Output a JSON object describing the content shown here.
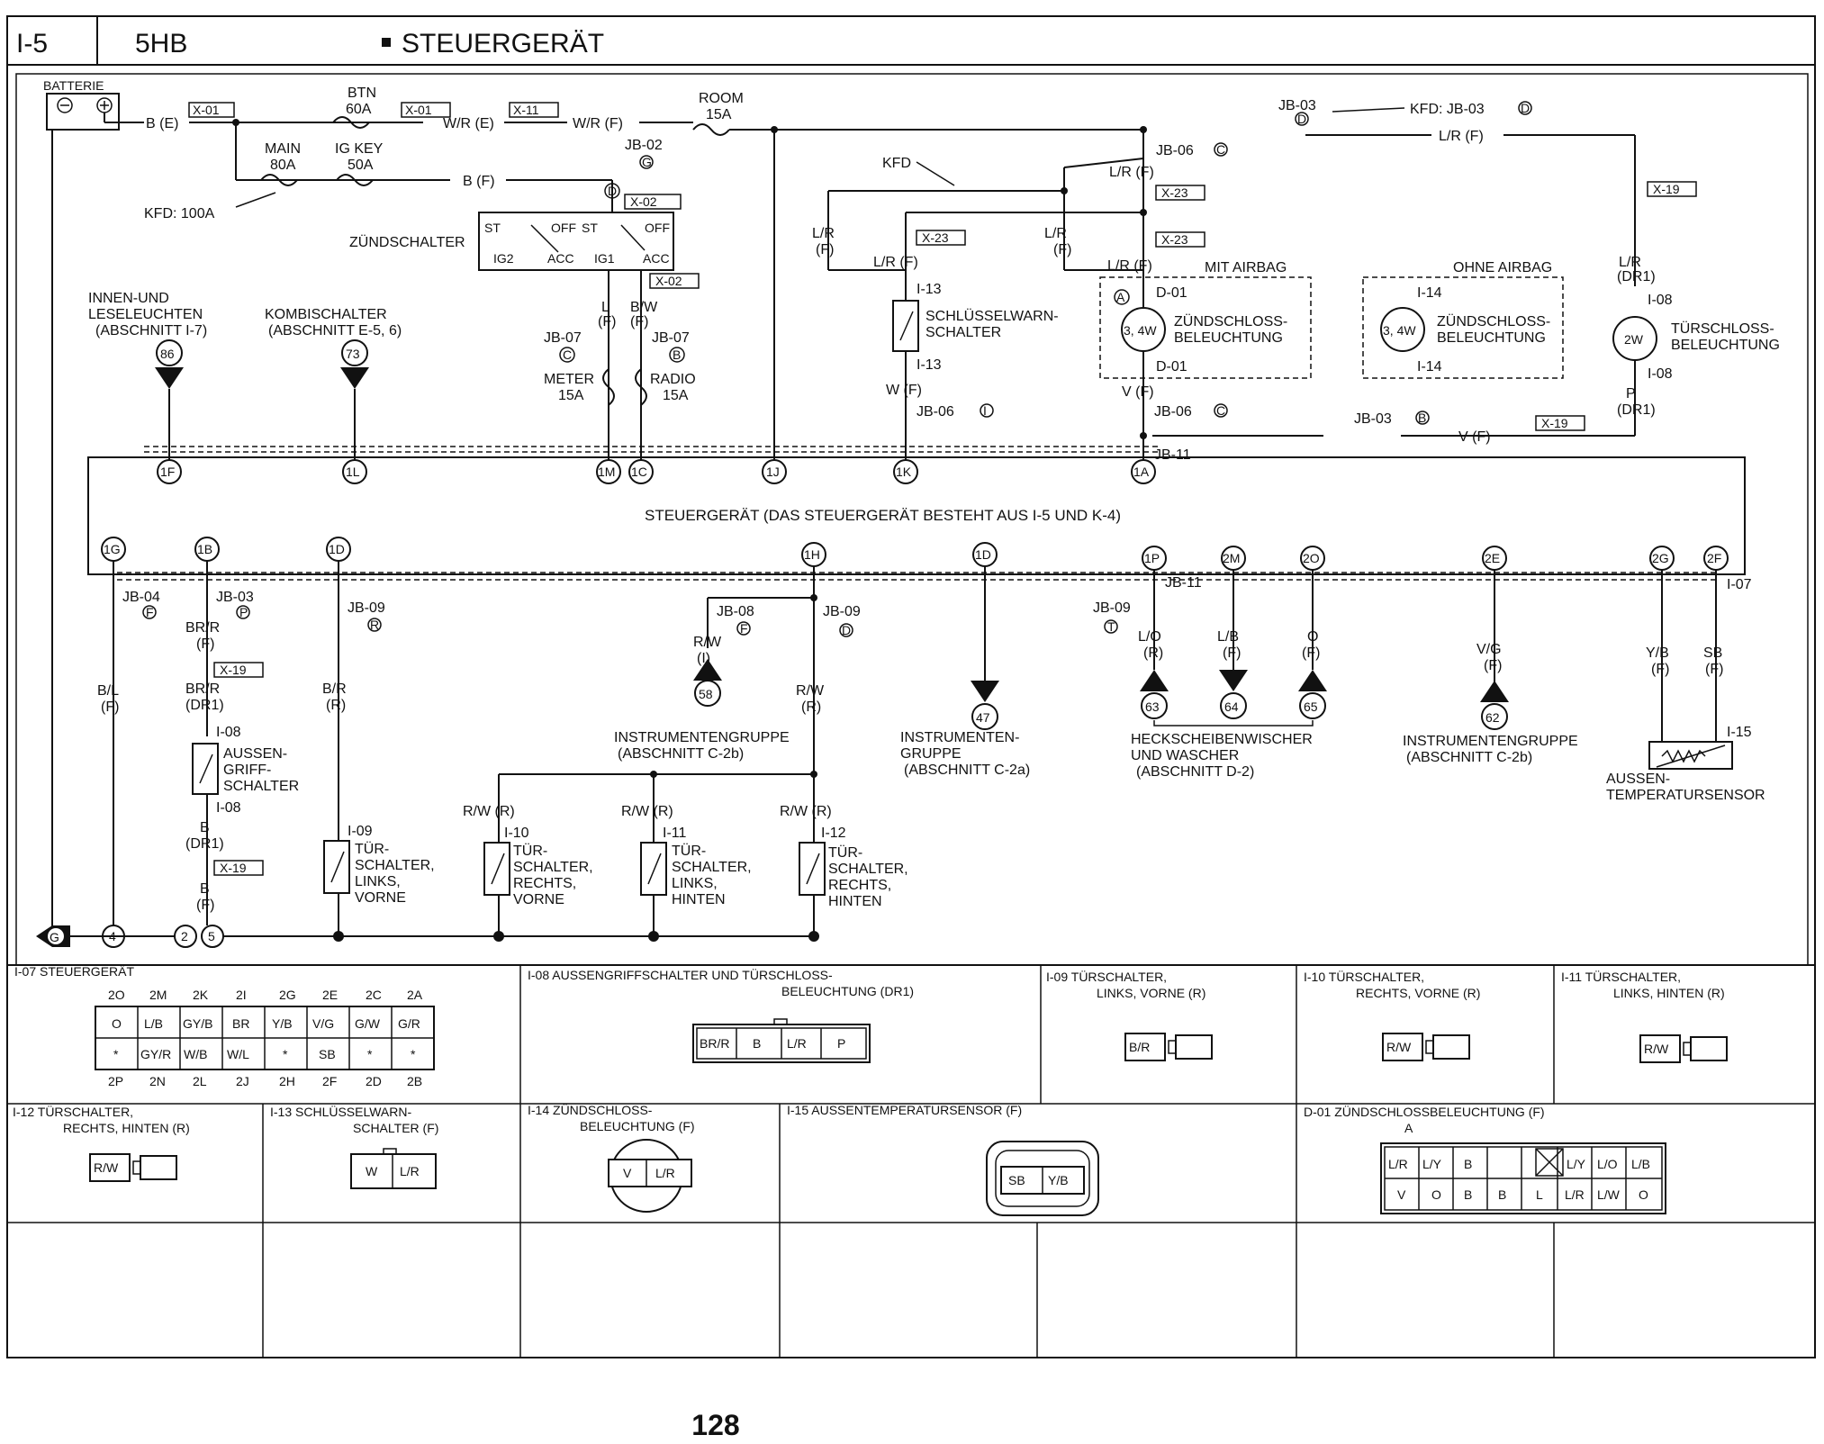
{
  "header": {
    "code": "I-5",
    "model": "5HB",
    "title": "STEUERGERÄT"
  },
  "power": {
    "battery": "BATTERIE",
    "fuses": [
      {
        "name": "BTN",
        "rating": "60A"
      },
      {
        "name": "MAIN",
        "rating": "80A"
      },
      {
        "name": "IG KEY",
        "rating": "50A"
      },
      {
        "name": "ROOM",
        "rating": "15A"
      },
      {
        "name": "METER",
        "rating": "15A"
      },
      {
        "name": "RADIO",
        "rating": "15A"
      }
    ],
    "kfd_100a": "KFD: 100A",
    "kfd_jb03": "KFD: JB-03",
    "kfd": "KFD",
    "ignition_switch": "ZÜNDSCHALTER",
    "switch_pins": [
      "ST",
      "OFF",
      "ST",
      "OFF",
      "IG2",
      "ACC",
      "IG1",
      "ACC"
    ]
  },
  "wires": {
    "b_e": "B (E)",
    "w_r_e": "W/R (E)",
    "w_r_f": "W/R (F)",
    "b_f": "B (F)",
    "l_r_f": "L/R (F)",
    "l_r": "L/R",
    "f": "(F)",
    "l": "L",
    "b_w": "B/W",
    "w_f": "W (F)",
    "v_f": "V (F)",
    "dr1": "(DR1)",
    "p": "P",
    "br_r": "BR/R",
    "b_l": "B/L",
    "b_r": "B/R",
    "r": "(R)",
    "b": "B",
    "r_w": "R/W",
    "i": "(I)",
    "r_w_r": "R/W (R)",
    "l_o": "L/O",
    "l_b": "L/B",
    "o": "O",
    "v_g": "V/G",
    "y_b": "Y/B",
    "sb": "SB"
  },
  "connectors": {
    "x01": "X-01",
    "x11": "X-11",
    "x02": "X-02",
    "x23": "X-23",
    "x19": "X-19",
    "jb02": "JB-02",
    "jb03": "JB-03",
    "jb04": "JB-04",
    "jb06": "JB-06",
    "jb07": "JB-07",
    "jb08": "JB-08",
    "jb09": "JB-09",
    "jb11": "JB-11",
    "i07": "I-07",
    "i08": "I-08",
    "i09": "I-09",
    "i10": "I-10",
    "i11": "I-11",
    "i12": "I-12",
    "i13": "I-13",
    "i14": "I-14",
    "i15": "I-15",
    "d01": "D-01"
  },
  "jb_codes": {
    "c": "C",
    "d": "D",
    "g": "G",
    "f": "F",
    "p": "P",
    "r": "R",
    "i": "I",
    "t": "T",
    "b": "B",
    "a": "A"
  },
  "components": {
    "innen": [
      "INNEN-UND",
      "LESELEUCHTEN",
      "(ABSCHNITT I-7)"
    ],
    "kombi": [
      "KOMBISCHALTER",
      "(ABSCHNITT E-5, 6)"
    ],
    "schluessel": [
      "SCHLÜSSELWARN-",
      "SCHALTER"
    ],
    "mit_airbag": "MIT AIRBAG",
    "ohne_airbag": "OHNE AIRBAG",
    "zuend_bel": [
      "ZÜNDSCHLOSS-",
      "BELEUCHTUNG"
    ],
    "bulb_34w": "3, 4W",
    "bulb_2w": "2W",
    "tuerschloss_bel": [
      "TÜRSCHLOSS-",
      "BELEUCHTUNG"
    ],
    "steuergeraet": "STEUERGERÄT (DAS STEUERGERÄT BESTEHT AUS I-5 UND K-4)",
    "aussengriff": [
      "AUSSEN-",
      "GRIFF-",
      "SCHALTER"
    ],
    "tuer_lv": [
      "TÜR-",
      "SCHALTER,",
      "LINKS,",
      "VORNE"
    ],
    "tuer_rv": [
      "TÜR-",
      "SCHALTER,",
      "RECHTS,",
      "VORNE"
    ],
    "tuer_lh": [
      "TÜR-",
      "SCHALTER,",
      "LINKS,",
      "HINTEN"
    ],
    "tuer_rh": [
      "TÜR-",
      "SCHALTER,",
      "RECHTS,",
      "HINTEN"
    ],
    "instr_2b": [
      "INSTRUMENTENGRUPPE",
      "(ABSCHNITT C-2b)"
    ],
    "instr_2a": [
      "INSTRUMENTEN-",
      "GRUPPE",
      "(ABSCHNITT C-2a)"
    ],
    "heck": [
      "HECKSCHEIBENWISCHER",
      "UND WASCHER",
      "(ABSCHNITT D-2)"
    ],
    "aussentemp": [
      "AUSSEN-",
      "TEMPERATURSENSOR"
    ],
    "ground": "G"
  },
  "pins_top": [
    "1F",
    "1L",
    "1M",
    "1C",
    "1J",
    "1K",
    "1A"
  ],
  "pins_bottom": [
    "1G",
    "1B",
    "1D",
    "1H",
    "1D",
    "1P",
    "2M",
    "2O",
    "2E",
    "2G",
    "2F"
  ],
  "refs": [
    "86",
    "73",
    "58",
    "47",
    "63",
    "64",
    "65",
    "62"
  ],
  "ground_nodes": [
    "4",
    "2",
    "5"
  ],
  "connector_views": {
    "i07": {
      "title": "I-07 STEUERGERÄT",
      "top_pins": [
        "2O",
        "2M",
        "2K",
        "2I",
        "2G",
        "2E",
        "2C",
        "2A"
      ],
      "row1": [
        "O",
        "L/B",
        "GY/B",
        "BR",
        "Y/B",
        "V/G",
        "G/W",
        "G/R"
      ],
      "row2": [
        "*",
        "GY/R",
        "W/B",
        "W/L",
        "*",
        "SB",
        "*",
        "*"
      ],
      "bottom_pins": [
        "2P",
        "2N",
        "2L",
        "2J",
        "2H",
        "2F",
        "2D",
        "2B"
      ]
    },
    "i08": {
      "title": [
        "I-08 AUSSENGRIFFSCHALTER UND TÜRSCHLOSS-",
        "BELEUCHTUNG (DR1)"
      ],
      "cells": [
        "BR/R",
        "B",
        "L/R",
        "P"
      ]
    },
    "i09": {
      "title": [
        "I-09 TÜRSCHALTER,",
        "LINKS, VORNE (R)"
      ],
      "cells": [
        "B/R"
      ]
    },
    "i10": {
      "title": [
        "I-10 TÜRSCHALTER,",
        "RECHTS, VORNE (R)"
      ],
      "cells": [
        "R/W"
      ]
    },
    "i11": {
      "title": [
        "I-11 TÜRSCHALTER,",
        "LINKS, HINTEN (R)"
      ],
      "cells": [
        "R/W"
      ]
    },
    "i12": {
      "title": [
        "I-12 TÜRSCHALTER,",
        "RECHTS, HINTEN (R)"
      ],
      "cells": [
        "R/W"
      ]
    },
    "i13": {
      "title": [
        "I-13 SCHLÜSSELWARN-",
        "SCHALTER (F)"
      ],
      "cells": [
        "W",
        "L/R"
      ]
    },
    "i14": {
      "title": [
        "I-14 ZÜNDSCHLOSS-",
        "BELEUCHTUNG (F)"
      ],
      "cells": [
        "V",
        "L/R"
      ]
    },
    "i15": {
      "title": "I-15 AUSSENTEMPERATURSENSOR (F)",
      "cells": [
        "SB",
        "Y/B"
      ]
    },
    "d01": {
      "title": "D-01 ZÜNDSCHLOSSBELEUCHTUNG (F)",
      "label_a": "A",
      "row1": [
        "L/R",
        "L/Y",
        "B",
        "",
        "L/Y",
        "L/O",
        "L/B"
      ],
      "row2": [
        "V",
        "O",
        "B",
        "B",
        "L",
        "L/R",
        "L/W",
        "O"
      ]
    }
  },
  "page_number": "128"
}
